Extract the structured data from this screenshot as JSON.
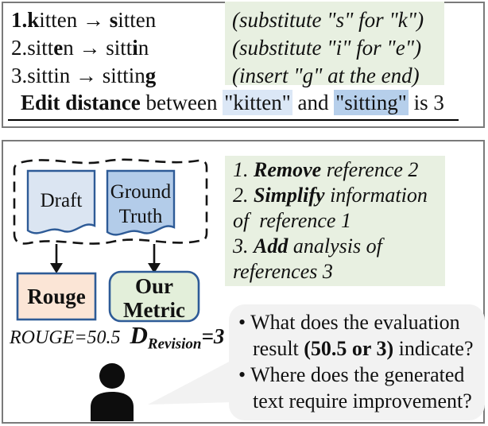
{
  "figure": {
    "description_top": "edit distance example",
    "description_bottom": "metric comparison diagram"
  },
  "colors": {
    "note_highlight_green": "#e8f0e1",
    "kitten_highlight_blue": "#dbe7f6",
    "sitting_highlight_blue": "#b6cfeb",
    "draft_fill": "#dbe5f2",
    "ground_truth_fill": "#b3cce9",
    "shape_border_blue": "#2e5b97",
    "rouge_fill": "#fbe5d6",
    "our_metric_fill": "#e3efda",
    "speech_bubble_gray": "#f2f2f2",
    "panel_border_gray": "#7a7a7a"
  },
  "edit_panel": {
    "steps": {
      "row1": {
        "b1": "1.k",
        "n1": "itten → ",
        "b2": "s",
        "n2": "itten"
      },
      "row2": {
        "n1": "2.sitt",
        "b1": "e",
        "n2": "n → sitt",
        "b2": "i",
        "n3": "n"
      },
      "row3": {
        "n1": "3.sittin → sittin",
        "b1": "g"
      }
    },
    "notes": {
      "row1": "(substitute \"s\" for \"k\")",
      "row2": "(substitute \"i\" for \"e\")",
      "row3": "(insert \"g\" at the end)"
    },
    "summary": {
      "lead": "Edit distance",
      "mid1": " between ",
      "word1": "\"kitten\"",
      "mid2": " and ",
      "word2": "\"sitting\"",
      "tail": " is 3"
    }
  },
  "metric_panel": {
    "diagram": {
      "draft": "Draft",
      "ground_line1": "Ground",
      "ground_line2": "Truth",
      "rouge": "Rouge",
      "metric_line1": "Our",
      "metric_line2": "Metric"
    },
    "scores": {
      "rouge": "ROUGE=50.5",
      "d_base": "D",
      "d_sub": "Revision",
      "d_value": "=3"
    },
    "revisions": {
      "item1_num": "1. ",
      "item1_verb": "Remove",
      "item1_rest": " reference 2",
      "item2_num": "2. ",
      "item2_verb": "Simplify",
      "item2_rest": " information",
      "item2_cont": "of  reference 1",
      "item3_num": "3. ",
      "item3_verb": "Add",
      "item3_rest": " analysis of",
      "item3_cont": "references 3"
    },
    "questions": {
      "bullet": "•",
      "q1_pre": "What does the evaluation result ",
      "q1_bold": "(50.5 or 3)",
      "q1_post": " indicate?",
      "q2": "Where does the generated text require improvement?"
    }
  }
}
